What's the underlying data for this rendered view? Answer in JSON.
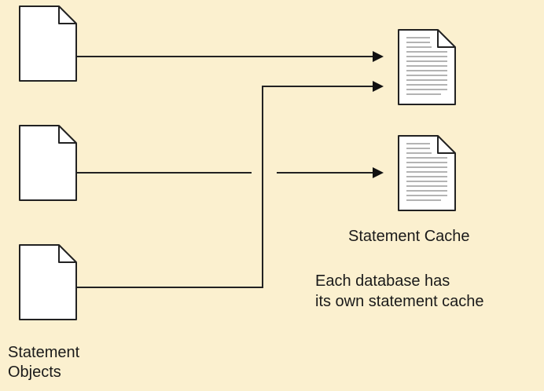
{
  "labels": {
    "statement_cache": "Statement Cache",
    "cache_note_line1": "Each database has",
    "cache_note_line2": "its own statement cache",
    "objects_line1": "Statement",
    "objects_line2": "Objects"
  },
  "colors": {
    "background": "#fbf0cf",
    "document_fill": "#ffffff",
    "outline": "#222222",
    "cache_text_lines": "#9a9a9a"
  },
  "icons": {
    "statement_object": "blank-document-icon",
    "statement_cache": "text-document-icon"
  }
}
